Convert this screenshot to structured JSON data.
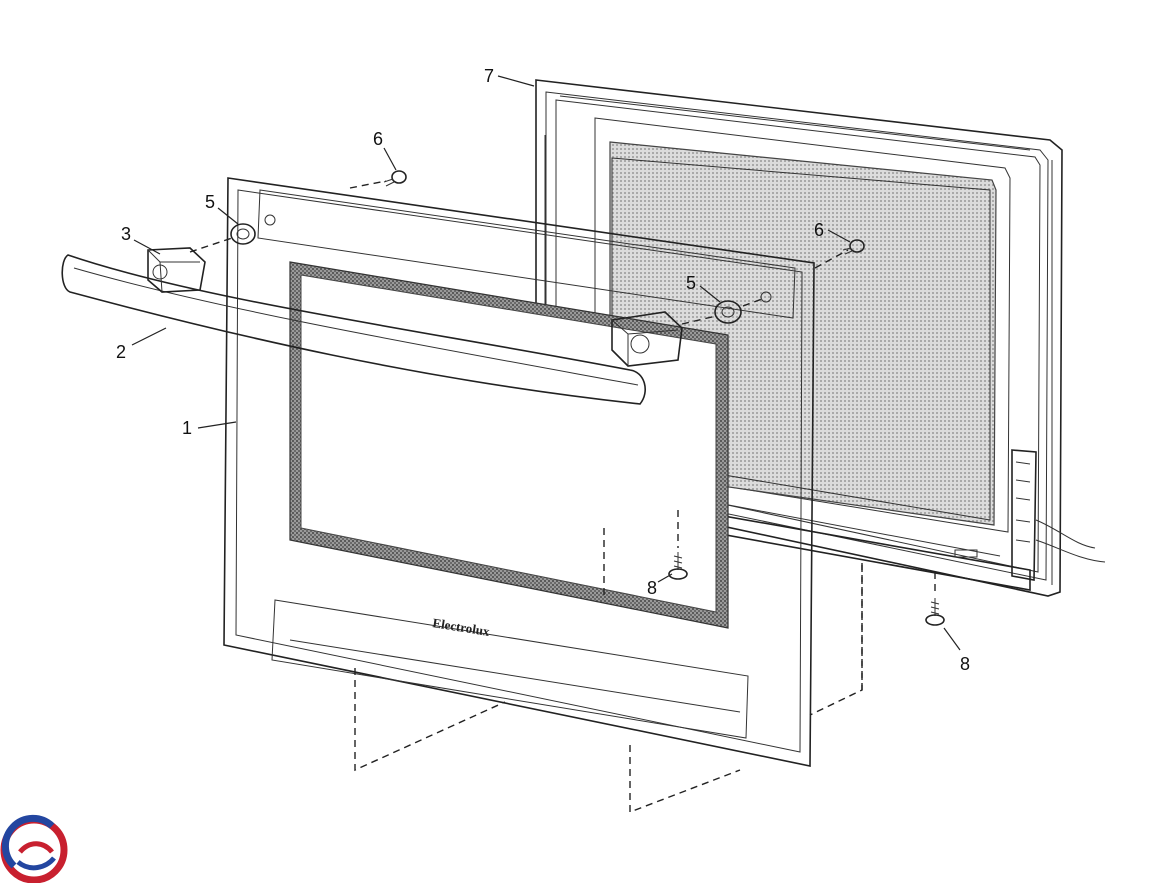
{
  "diagram": {
    "type": "exploded-parts-view",
    "brand_text": "Electrolux",
    "callouts": [
      "1",
      "2",
      "3",
      "5",
      "5",
      "6",
      "6",
      "7",
      "8",
      "8"
    ]
  },
  "logo": {
    "colors": [
      "#c8202f",
      "#2346a0"
    ]
  }
}
